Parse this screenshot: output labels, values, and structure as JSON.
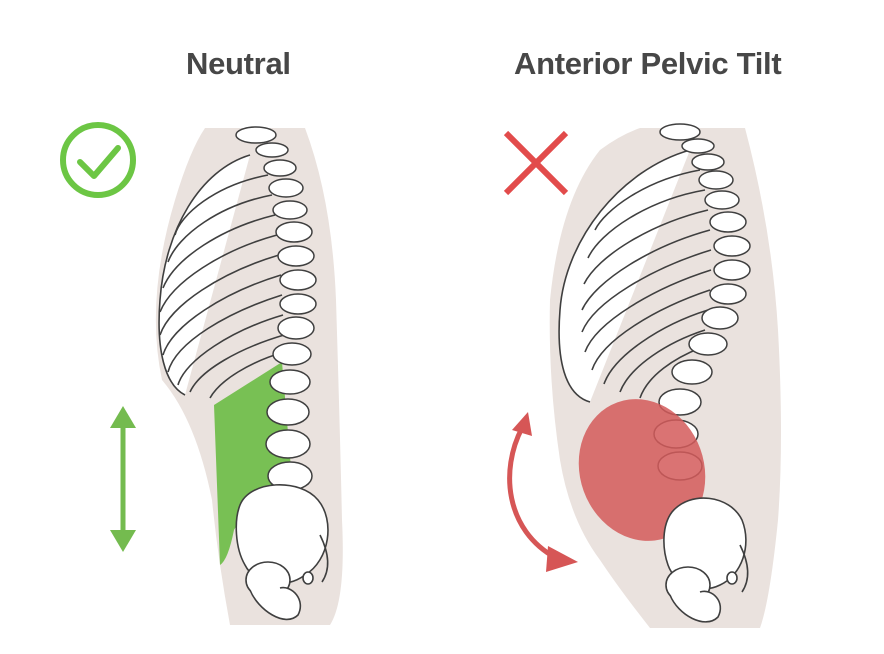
{
  "panels": [
    {
      "title": "Neutral",
      "status_icon": "check-circle-icon",
      "status_color": "#6cc644",
      "region_color": "#6cbd45",
      "region_shape": "rectangle",
      "arrow": "vertical-double-arrow"
    },
    {
      "title": "Anterior Pelvic Tilt",
      "status_icon": "cross-icon",
      "status_color": "#e24b4b",
      "region_color": "#d35a5a",
      "region_shape": "ellipse",
      "arrow": "curved-double-arrow"
    }
  ],
  "colors": {
    "body_silhouette": "#eae2de",
    "bone_fill": "#ffffff",
    "bone_outline": "#3f3f3f",
    "title_text": "#474747"
  }
}
